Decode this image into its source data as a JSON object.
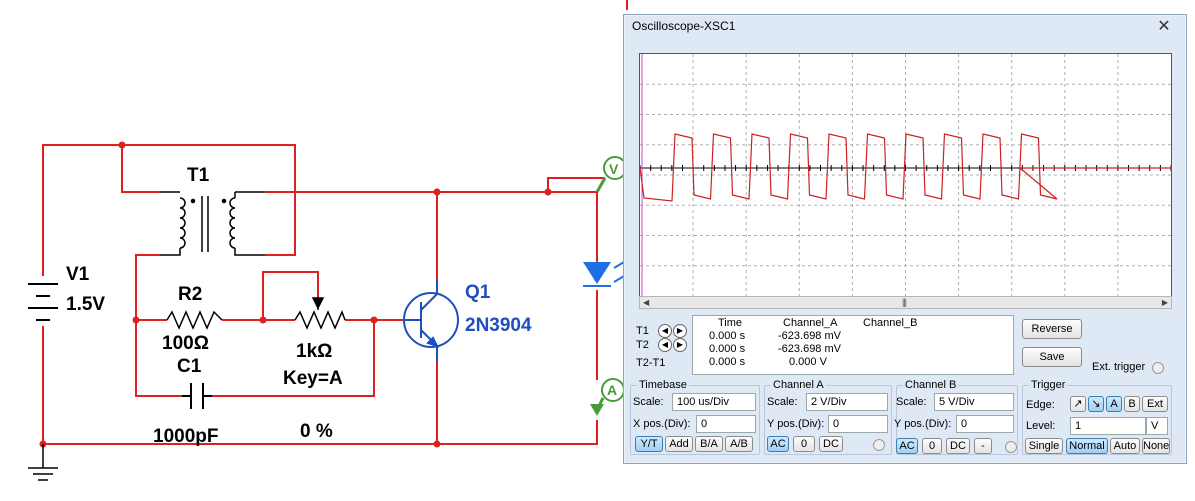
{
  "schematic": {
    "battery": {
      "name": "V1",
      "value": "1.5V"
    },
    "transformer": {
      "name": "T1"
    },
    "r2": {
      "name": "R2",
      "value": "100Ω"
    },
    "pot": {
      "value": "1kΩ",
      "key": "Key=A",
      "percent": "0 %"
    },
    "c1": {
      "name": "C1",
      "value": "1000pF"
    },
    "q1": {
      "name": "Q1",
      "model": "2N3904"
    },
    "probe_v": "V",
    "probe_a": "A",
    "colors": {
      "wire": "#e02020",
      "transistor": "#1f4fbf",
      "led": "#1e6fe6",
      "probe": "#4a9a3a"
    }
  },
  "oscilloscope": {
    "title": "Oscilloscope-XSC1",
    "close_glyph": "✕",
    "readout": {
      "headers": [
        "Time",
        "Channel_A",
        "Channel_B"
      ],
      "rows": [
        {
          "label": "T1",
          "time": "0.000 s",
          "cha": "-623.698 mV",
          "chb": ""
        },
        {
          "label": "T2",
          "time": "0.000 s",
          "cha": "-623.698 mV",
          "chb": ""
        },
        {
          "label": "T2-T1",
          "time": "0.000 s",
          "cha": "0.000 V",
          "chb": ""
        }
      ]
    },
    "reverse_label": "Reverse",
    "save_label": "Save",
    "ext_trigger_label": "Ext. trigger",
    "timebase": {
      "title": "Timebase",
      "scale_label": "Scale:",
      "scale": "100 us/Div",
      "xpos_label": "X pos.(Div):",
      "xpos": "0",
      "buttons": [
        "Y/T",
        "Add",
        "B/A",
        "A/B"
      ]
    },
    "channel_a": {
      "title": "Channel A",
      "scale_label": "Scale:",
      "scale": "2  V/Div",
      "ypos_label": "Y pos.(Div):",
      "ypos": "0",
      "buttons": [
        "AC",
        "0",
        "DC"
      ]
    },
    "channel_b": {
      "title": "Channel B",
      "scale_label": "Scale:",
      "scale": "5  V/Div",
      "ypos_label": "Y pos.(Div):",
      "ypos": "0",
      "buttons": [
        "AC",
        "0",
        "DC",
        "-"
      ]
    },
    "trigger": {
      "title": "Trigger",
      "edge_label": "Edge:",
      "edge_buttons": [
        "A",
        "B",
        "Ext"
      ],
      "level_label": "Level:",
      "level": "1",
      "level_unit": "V",
      "mode_buttons": [
        "Single",
        "Normal",
        "Auto",
        "None"
      ]
    },
    "trace_color": "#cc2020"
  }
}
